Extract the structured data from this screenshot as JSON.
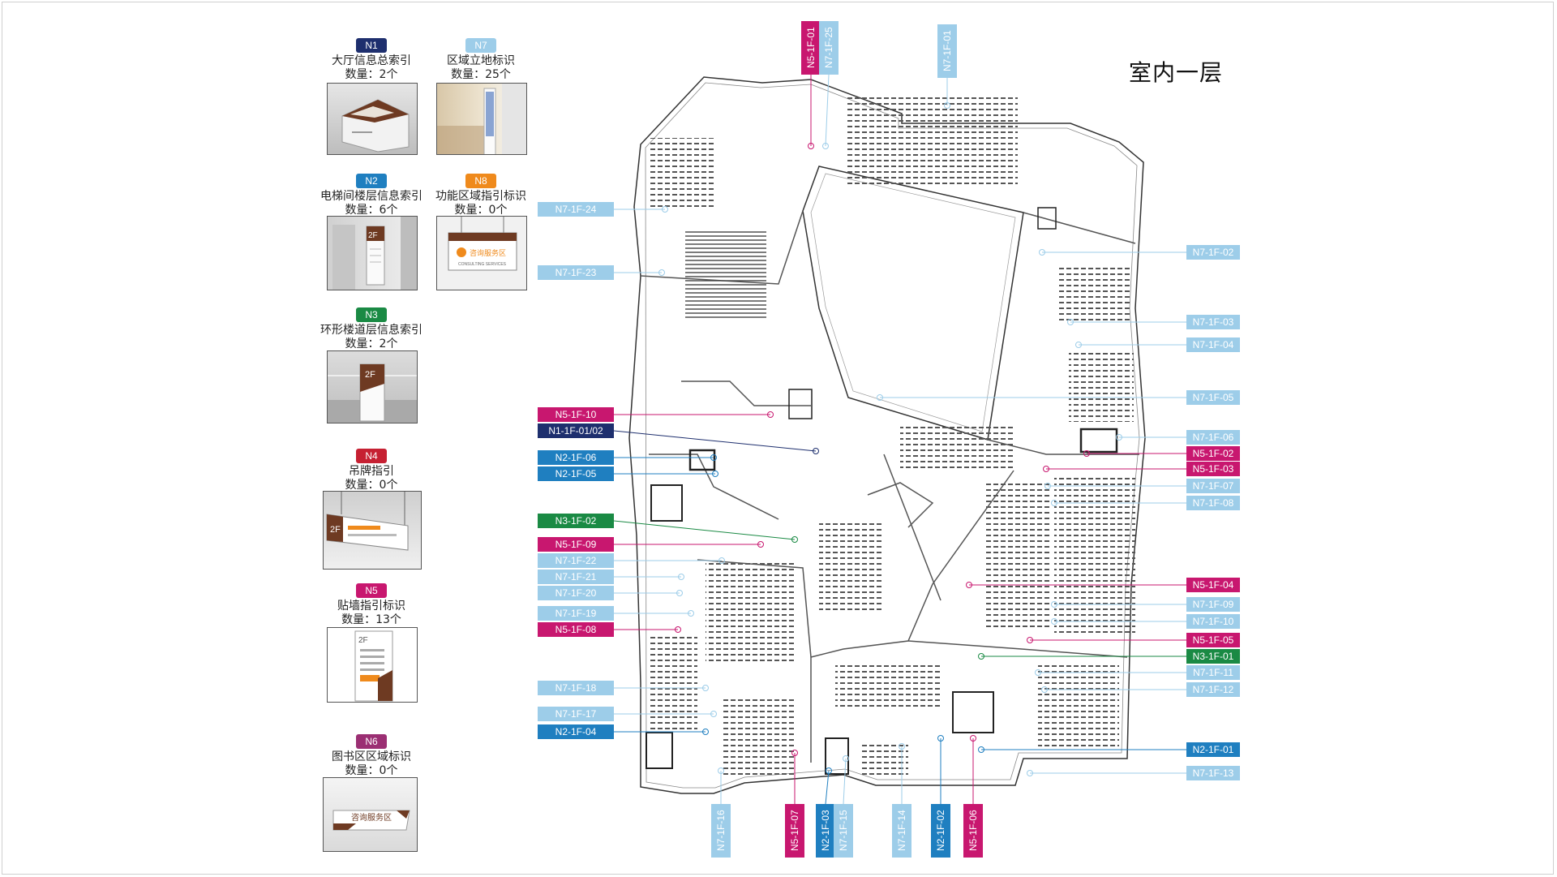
{
  "title": "室内一层",
  "colors": {
    "N1": "#1e2f6e",
    "N2": "#1f7fc0",
    "N3": "#1a8a44",
    "N4": "#c62032",
    "N5": "#c8176f",
    "N6": "#9b2f73",
    "N7": "#9dcde9",
    "N8": "#ef8a1c",
    "brown": "#6e3a22"
  },
  "legend": [
    {
      "code": "N1",
      "name": "大厅信息总索引",
      "qty": "数量：2个"
    },
    {
      "code": "N7",
      "name": "区域立地标识",
      "qty": "数量：25个"
    },
    {
      "code": "N2",
      "name": "电梯间楼层信息索引",
      "qty": "数量：6个"
    },
    {
      "code": "N8",
      "name": "功能区域指引标识",
      "qty": "数量：0个"
    },
    {
      "code": "N3",
      "name": "环形楼道层信息索引",
      "qty": "数量：2个"
    },
    {
      "code": "N4",
      "name": "吊牌指引",
      "qty": "数量：0个"
    },
    {
      "code": "N5",
      "name": "贴墙指引标识",
      "qty": "数量：13个"
    },
    {
      "code": "N6",
      "name": "图书区区域标识",
      "qty": "数量：0个"
    }
  ],
  "thumb_text": {
    "n8_sign": "咨询服务区",
    "n8_sub": "CONSULTING SERVICES",
    "n6_sign": "咨询服务区",
    "floor": "2F"
  },
  "tags_left": [
    {
      "label": "N7-1F-24",
      "group": "N7"
    },
    {
      "label": "N7-1F-23",
      "group": "N7"
    },
    {
      "label": "N5-1F-10",
      "group": "N5"
    },
    {
      "label": "N1-1F-01/02",
      "group": "N1"
    },
    {
      "label": "N2-1F-06",
      "group": "N2"
    },
    {
      "label": "N2-1F-05",
      "group": "N2"
    },
    {
      "label": "N3-1F-02",
      "group": "N3"
    },
    {
      "label": "N5-1F-09",
      "group": "N5"
    },
    {
      "label": "N7-1F-22",
      "group": "N7"
    },
    {
      "label": "N7-1F-21",
      "group": "N7"
    },
    {
      "label": "N7-1F-20",
      "group": "N7"
    },
    {
      "label": "N7-1F-19",
      "group": "N7"
    },
    {
      "label": "N5-1F-08",
      "group": "N5"
    },
    {
      "label": "N7-1F-18",
      "group": "N7"
    },
    {
      "label": "N7-1F-17",
      "group": "N7"
    },
    {
      "label": "N2-1F-04",
      "group": "N2"
    }
  ],
  "tags_right": [
    {
      "label": "N7-1F-02",
      "group": "N7"
    },
    {
      "label": "N7-1F-03",
      "group": "N7"
    },
    {
      "label": "N7-1F-04",
      "group": "N7"
    },
    {
      "label": "N7-1F-05",
      "group": "N7"
    },
    {
      "label": "N7-1F-06",
      "group": "N7"
    },
    {
      "label": "N5-1F-02",
      "group": "N5"
    },
    {
      "label": "N5-1F-03",
      "group": "N5"
    },
    {
      "label": "N7-1F-07",
      "group": "N7"
    },
    {
      "label": "N7-1F-08",
      "group": "N7"
    },
    {
      "label": "N5-1F-04",
      "group": "N5"
    },
    {
      "label": "N7-1F-09",
      "group": "N7"
    },
    {
      "label": "N7-1F-10",
      "group": "N7"
    },
    {
      "label": "N5-1F-05",
      "group": "N5"
    },
    {
      "label": "N3-1F-01",
      "group": "N3"
    },
    {
      "label": "N7-1F-11",
      "group": "N7"
    },
    {
      "label": "N7-1F-12",
      "group": "N7"
    },
    {
      "label": "N2-1F-01",
      "group": "N2"
    },
    {
      "label": "N7-1F-13",
      "group": "N7"
    }
  ],
  "tags_top": [
    {
      "label": "N5-1F-01",
      "group": "N5"
    },
    {
      "label": "N7-1F-25",
      "group": "N7"
    },
    {
      "label": "N7-1F-01",
      "group": "N7"
    }
  ],
  "tags_bottom": [
    {
      "label": "N7-1F-16",
      "group": "N7"
    },
    {
      "label": "N5-1F-07",
      "group": "N5"
    },
    {
      "label": "N2-1F-03",
      "group": "N2"
    },
    {
      "label": "N7-1F-15",
      "group": "N7"
    },
    {
      "label": "N7-1F-14",
      "group": "N7"
    },
    {
      "label": "N2-1F-02",
      "group": "N2"
    },
    {
      "label": "N5-1F-06",
      "group": "N5"
    }
  ]
}
